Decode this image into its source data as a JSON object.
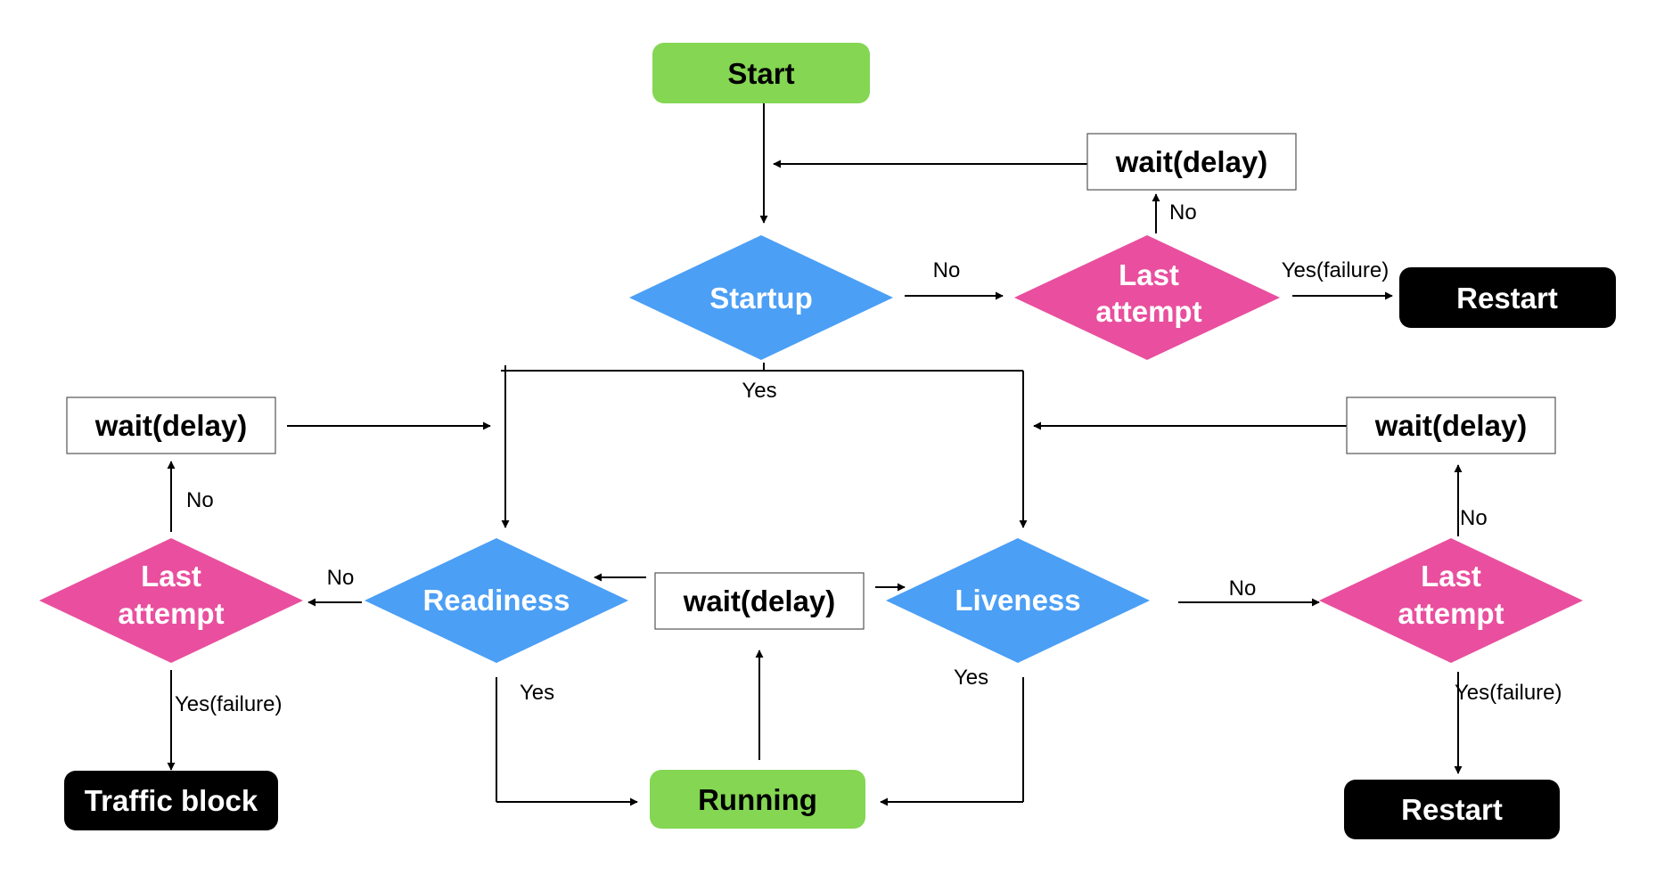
{
  "colors": {
    "green": "#84d653",
    "blue": "#4b9ff5",
    "pink": "#e94f9e",
    "black": "#000000",
    "white": "#ffffff"
  },
  "nodes": {
    "start": "Start",
    "startup": "Startup",
    "last_attempt_top": [
      "Last",
      "attempt"
    ],
    "wait_top": "wait(delay)",
    "restart_top": "Restart",
    "wait_left": "wait(delay)",
    "last_attempt_left": [
      "Last",
      "attempt"
    ],
    "traffic_block": "Traffic block",
    "readiness": "Readiness",
    "wait_center": "wait(delay)",
    "liveness": "Liveness",
    "running": "Running",
    "wait_right": "wait(delay)",
    "last_attempt_right": [
      "Last",
      "attempt"
    ],
    "restart_bottom": "Restart"
  },
  "edge_labels": {
    "startup_no": "No",
    "last_top_no": "No",
    "last_top_yes": "Yes(failure)",
    "startup_yes": "Yes",
    "left_no": "No",
    "readiness_no": "No",
    "left_yes": "Yes(failure)",
    "readiness_yes": "Yes",
    "liveness_yes": "Yes",
    "liveness_no": "No",
    "right_no": "No",
    "right_yes": "Yes(failure)"
  }
}
